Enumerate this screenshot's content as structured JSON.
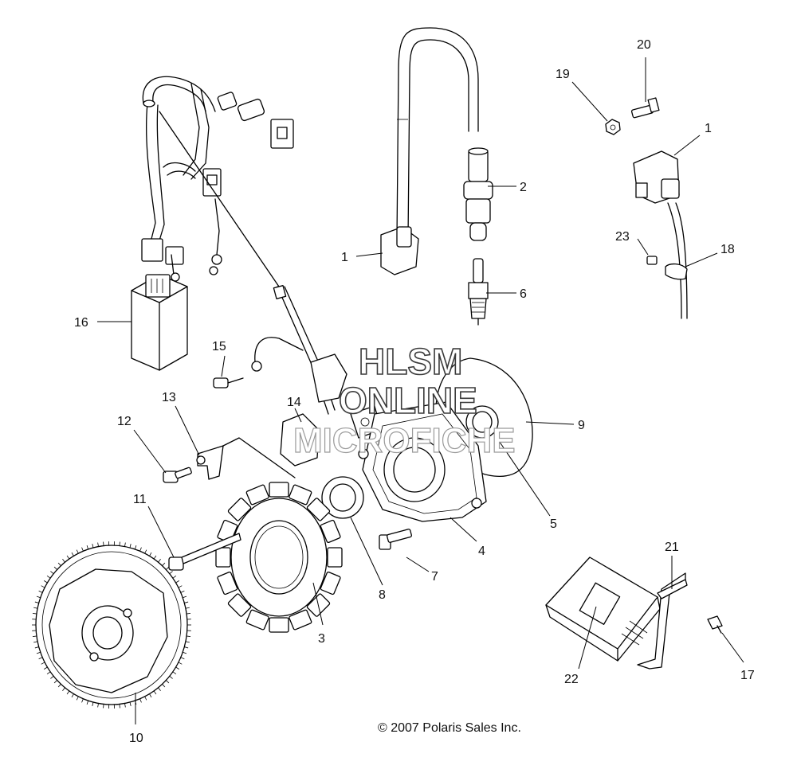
{
  "watermark": {
    "line1": "HLSM",
    "line2": "ONLINE",
    "line3": "MICROFICHE"
  },
  "copyright": "© 2007 Polaris Sales Inc.",
  "callouts": {
    "c1a": "1",
    "c1b": "1",
    "c2": "2",
    "c3": "3",
    "c4": "4",
    "c5": "5",
    "c6": "6",
    "c7": "7",
    "c8": "8",
    "c9": "9",
    "c10": "10",
    "c11": "11",
    "c12": "12",
    "c13": "13",
    "c14": "14",
    "c15": "15",
    "c16": "16",
    "c17": "17",
    "c18": "18",
    "c19": "19",
    "c20": "20",
    "c21": "21",
    "c22": "22",
    "c23": "23"
  },
  "colors": {
    "line": "#000000",
    "background": "#ffffff",
    "watermark_stroke": "#3a3a3a"
  }
}
